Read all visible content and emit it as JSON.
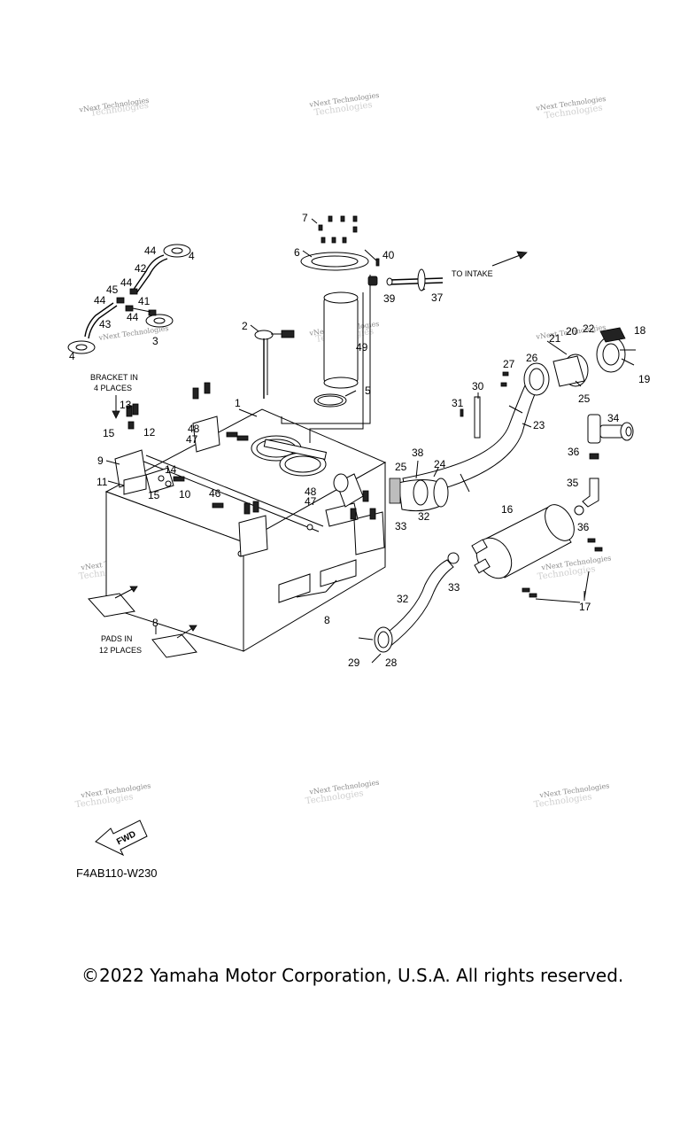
{
  "watermark": {
    "line1": "vNext Technologies",
    "line2": "Technologies"
  },
  "callouts": {
    "c1": "1",
    "c2": "2",
    "c3": "3",
    "c4a": "4",
    "c4b": "4",
    "c5": "5",
    "c6": "6",
    "c7": "7",
    "c8": "8",
    "c8b": "8",
    "c9": "9",
    "c10": "10",
    "c11": "11",
    "c12": "12",
    "c13": "13",
    "c14": "14",
    "c15a": "15",
    "c15b": "15",
    "c16": "16",
    "c17": "17",
    "c18": "18",
    "c19": "19",
    "c20": "20",
    "c21": "21",
    "c22": "22",
    "c23": "23",
    "c24": "24",
    "c25a": "25",
    "c25b": "25",
    "c26": "26",
    "c27": "27",
    "c28": "28",
    "c29": "29",
    "c30": "30",
    "c31": "31",
    "c32a": "32",
    "c32b": "32",
    "c33a": "33",
    "c33b": "33",
    "c34": "34",
    "c35": "35",
    "c36a": "36",
    "c36b": "36",
    "c37": "37",
    "c38": "38",
    "c39": "39",
    "c40": "40",
    "c41": "41",
    "c42": "42",
    "c43": "43",
    "c44a": "44",
    "c44b": "44",
    "c44c": "44",
    "c44d": "44",
    "c45": "45",
    "c46": "46",
    "c47a": "47",
    "c47b": "47",
    "c48a": "48",
    "c48b": "48",
    "c49": "49"
  },
  "labels": {
    "to_intake": "TO INTAKE",
    "bracket_line1": "BRACKET IN",
    "bracket_line2": "4 PLACES",
    "pads_line1": "PADS IN",
    "pads_line2": "12 PLACES",
    "fwd": "FWD"
  },
  "diagram_code": "F4AB110-W230",
  "copyright": "©2022 Yamaha Motor Corporation, U.S.A. All rights reserved."
}
